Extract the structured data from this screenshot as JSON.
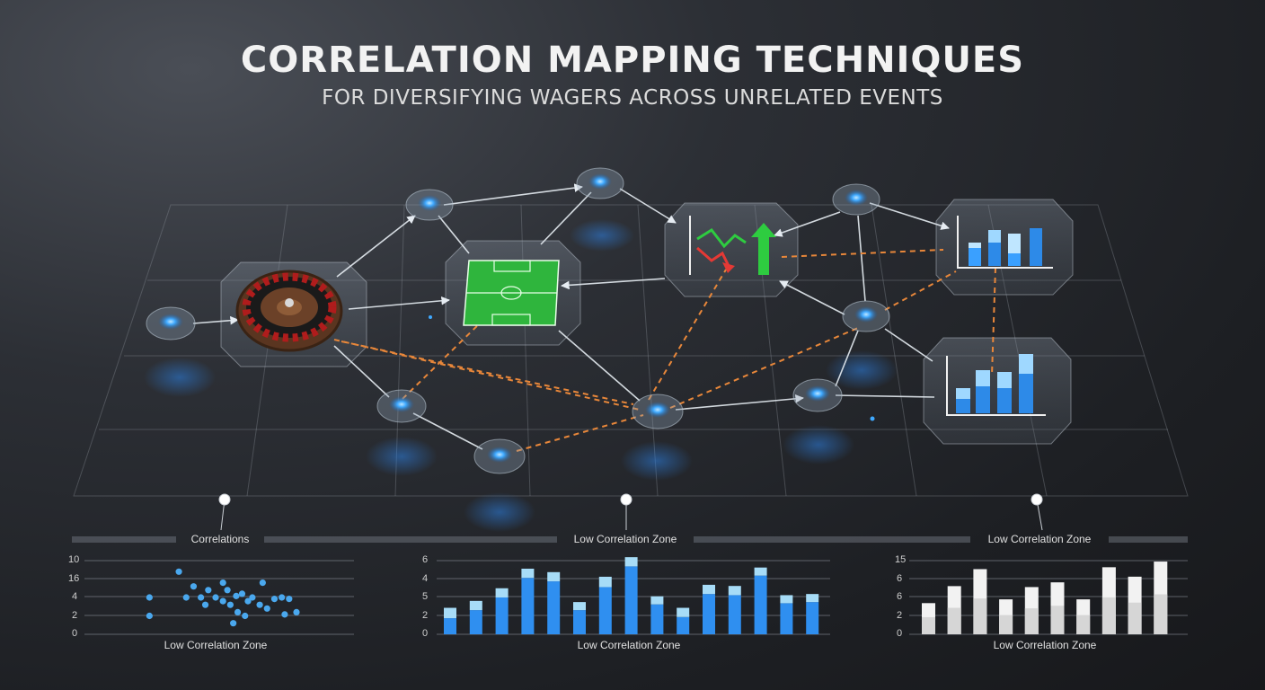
{
  "header": {
    "title": "CORRELATION MAPPING TECHNIQUES",
    "subtitle": "FOR DIVERSIFYING WAGERS ACROSS UNRELATED EVENTS"
  },
  "diagram": {
    "nodes": [
      {
        "id": "n-left"
      },
      {
        "id": "n-top1"
      },
      {
        "id": "n-top2"
      },
      {
        "id": "n-top3"
      },
      {
        "id": "n-right-mid"
      },
      {
        "id": "n-bot1"
      },
      {
        "id": "n-bot2"
      },
      {
        "id": "n-bot3"
      },
      {
        "id": "n-bot4"
      }
    ],
    "panels": [
      {
        "id": "roulette",
        "icon": "roulette-wheel-icon"
      },
      {
        "id": "soccer",
        "icon": "soccer-field-icon"
      },
      {
        "id": "market",
        "icon": "trend-arrows-icon"
      },
      {
        "id": "barchart1",
        "icon": "bar-chart-icon"
      },
      {
        "id": "barchart2",
        "icon": "bar-chart-icon"
      }
    ],
    "colors": {
      "node": "#3fa9ff",
      "correlation_line": "#e8873a",
      "link_line": "#e6ecf2"
    }
  },
  "chart_data": [
    {
      "type": "scatter",
      "title": "Correlations",
      "xlabel": "Low Correlation Zone",
      "yticks": [
        "10",
        "16",
        "4",
        "2",
        "0"
      ],
      "points": [
        [
          1,
          5
        ],
        [
          1,
          2.5
        ],
        [
          3,
          8.5
        ],
        [
          3.5,
          5
        ],
        [
          4,
          6.5
        ],
        [
          4.5,
          5
        ],
        [
          4.8,
          4
        ],
        [
          5,
          6
        ],
        [
          5.5,
          5
        ],
        [
          6,
          4.5
        ],
        [
          6,
          7
        ],
        [
          6.3,
          6
        ],
        [
          6.5,
          4
        ],
        [
          6.7,
          1.5
        ],
        [
          6.9,
          5.2
        ],
        [
          7,
          3
        ],
        [
          7.3,
          5.5
        ],
        [
          7.5,
          2.5
        ],
        [
          7.7,
          4.5
        ],
        [
          8,
          5
        ],
        [
          8.5,
          4
        ],
        [
          8.7,
          7
        ],
        [
          9,
          3.5
        ],
        [
          9.5,
          4.8
        ],
        [
          10,
          5
        ],
        [
          10.2,
          2.7
        ],
        [
          10.5,
          4.8
        ],
        [
          11,
          3
        ]
      ]
    },
    {
      "type": "bar",
      "title": "Low Correlation Zone",
      "xlabel": "Low Correlation Zone",
      "yticks": [
        "6",
        "4",
        "5",
        "2",
        "0"
      ],
      "series": [
        {
          "values": [
            1.4,
            2.1,
            3.2,
            4.9,
            4.6,
            2.1,
            4.1,
            5.9,
            2.6,
            1.5,
            3.5,
            3.4,
            5.1,
            2.7,
            2.8
          ]
        },
        {
          "values": [
            0.9,
            0.8,
            0.8,
            0.8,
            0.8,
            0.7,
            0.9,
            0.8,
            0.7,
            0.8,
            0.8,
            0.8,
            0.7,
            0.7,
            0.7
          ]
        }
      ]
    },
    {
      "type": "bar",
      "title": "Low Correlation Zone",
      "xlabel": "Low Correlation Zone",
      "yticks": [
        "15",
        "6",
        "6",
        "2",
        "0"
      ],
      "series": [
        {
          "values": [
            3.3,
            5.1,
            6.9,
            3.7,
            5.0,
            5.5,
            3.7,
            7.1,
            6.1,
            7.7
          ]
        }
      ]
    }
  ]
}
